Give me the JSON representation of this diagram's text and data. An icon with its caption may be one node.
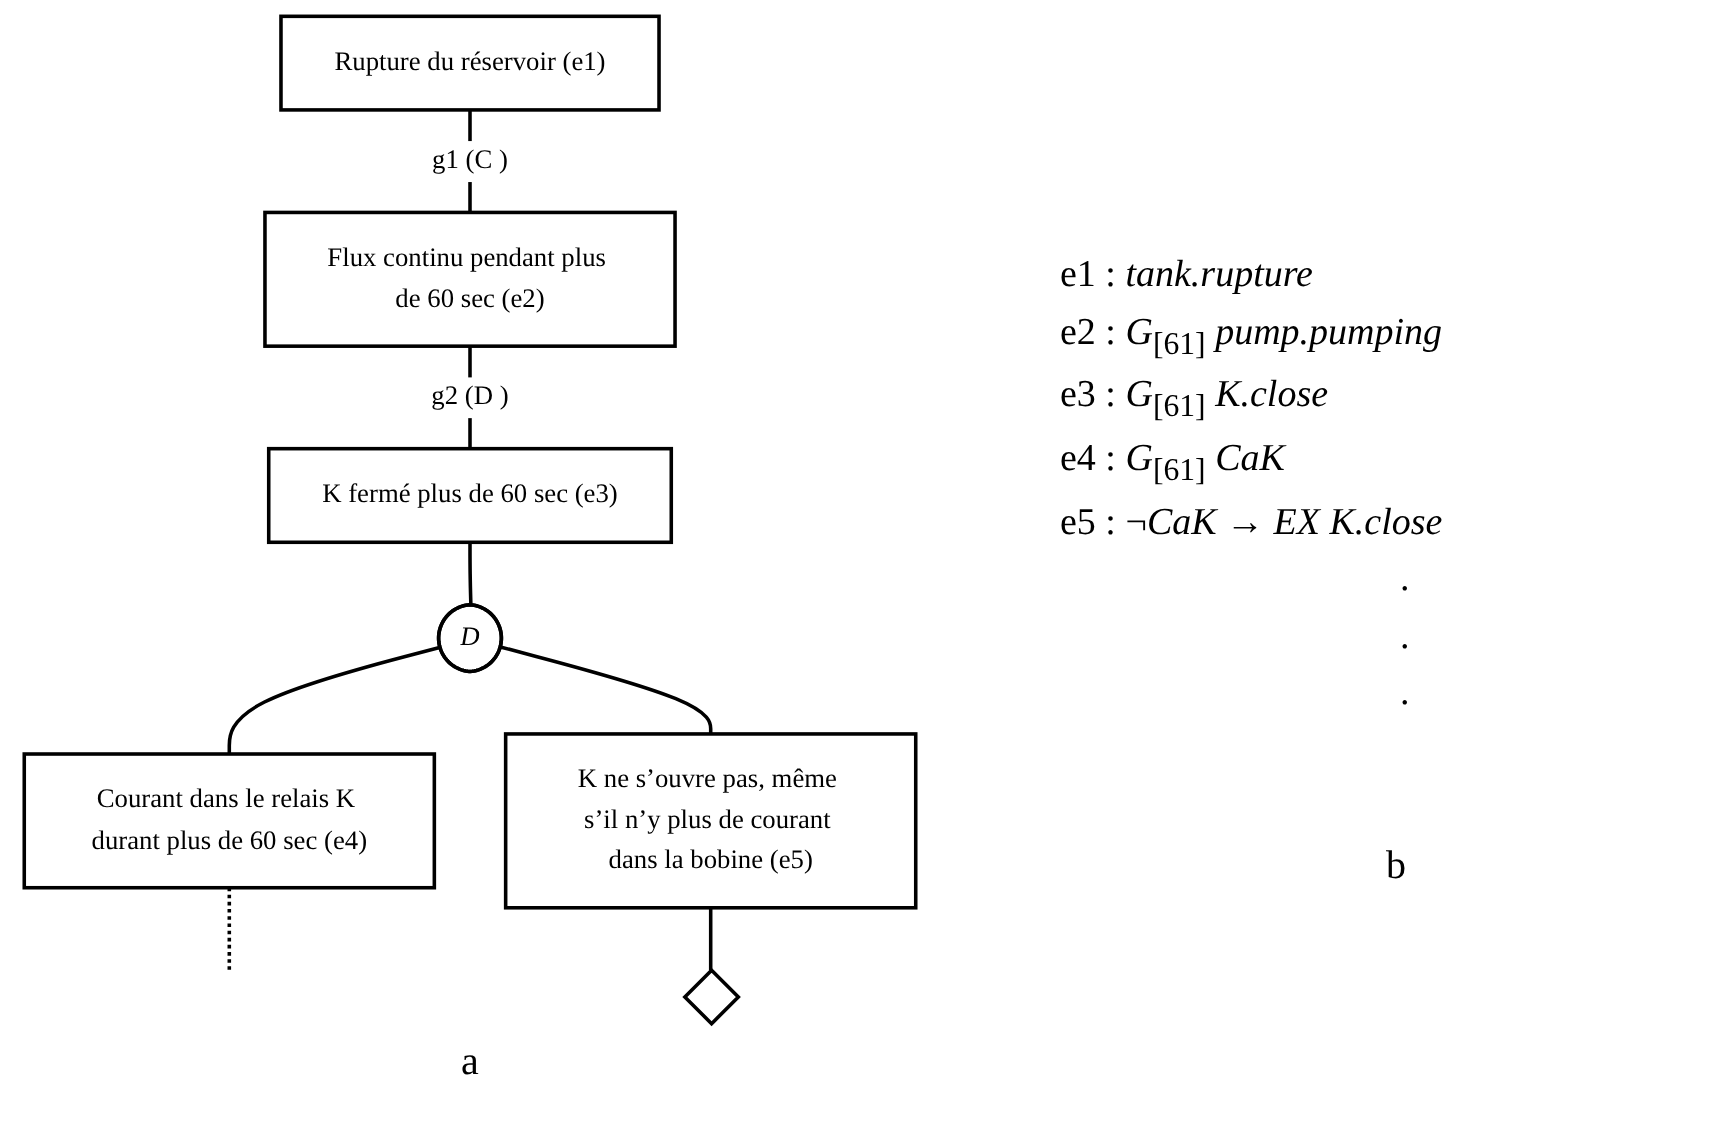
{
  "diagram": {
    "nodes": [
      {
        "text": [
          "Rupture du réservoir (e1)"
        ]
      },
      {
        "text": [
          "Flux continu pendant plus de 60 sec (e2)"
        ]
      },
      {
        "text": [
          "K fermé plus de 60 sec (e3)"
        ]
      },
      {
        "text": [
          "D"
        ]
      },
      {
        "text": [
          "Courant dans le relais K durant plus de 60 sec (e4)"
        ]
      },
      {
        "text": [
          "K ne s’ouvre pas, même s’il n’y plus de courant dans la bobine (e5)"
        ]
      },
      {
        "text": [],
        "shape": "diamond"
      }
    ],
    "edges": [
      {
        "from": 0,
        "to": 1,
        "arrow": "none",
        "label": "g1 (C )"
      },
      {
        "from": 1,
        "to": 2,
        "arrow": "none",
        "label": "g2 (D )"
      },
      {
        "from": 2,
        "to": 3,
        "arrow": "none"
      },
      {
        "from": 3,
        "to": 4,
        "arrow": "none"
      },
      {
        "from": 3,
        "to": 5,
        "arrow": "none"
      },
      {
        "from": 5,
        "to": 6,
        "arrow": "none"
      },
      {
        "from": 4,
        "to": null,
        "arrow": "none",
        "style": "dashed"
      }
    ],
    "labels": [
      "e1 : *tank.rupture*",
      "e2 : *G*$_{[61]}$ *pump.pumping*",
      "e3 : *G*$_{[61]}$ *K.close*",
      "e4 : *G*$_{[61]}$ *CaK*",
      "e5 : ¬*CaK* → *EX K.close*",
      ".",
      ".",
      ".",
      "a",
      "b"
    ]
  }
}
